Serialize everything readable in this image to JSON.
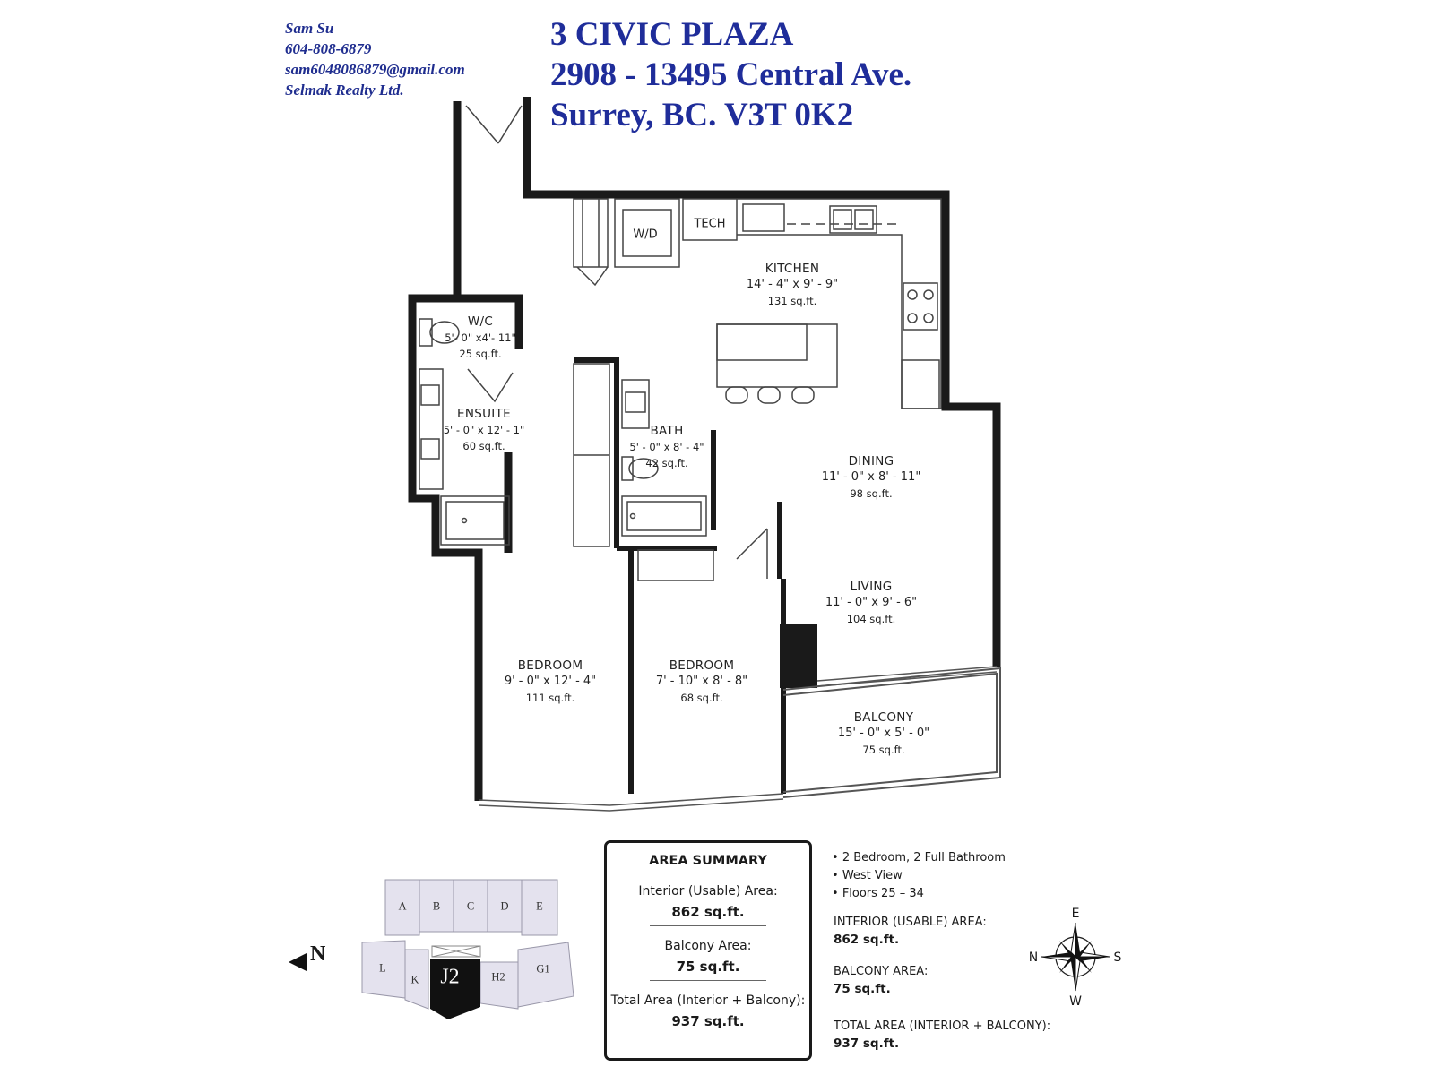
{
  "agent": {
    "name": "Sam Su",
    "phone": "604-808-6879",
    "email": "sam6048086879@gmail.com",
    "company": "Selmak Realty Ltd."
  },
  "property": {
    "line1": "3 CIVIC PLAZA",
    "line2": "2908 - 13495 Central Ave.",
    "line3": "Surrey, BC. V3T 0K2"
  },
  "rooms": {
    "kitchen": {
      "name": "KITCHEN",
      "dims": "14' - 4\" x 9' - 9\"",
      "area": "131 sq.ft."
    },
    "wc": {
      "name": "W/C",
      "dims": "5'- 0\" x4'- 11\"",
      "area": "25 sq.ft."
    },
    "ensuite": {
      "name": "ENSUITE",
      "dims": "5' - 0\" x 12' - 1\"",
      "area": "60 sq.ft."
    },
    "bath": {
      "name": "BATH",
      "dims": "5' - 0\" x 8' - 4\"",
      "area": "42 sq.ft."
    },
    "dining": {
      "name": "DINING",
      "dims": "11' - 0\" x 8' - 11\"",
      "area": "98 sq.ft."
    },
    "living": {
      "name": "LIVING",
      "dims": "11' - 0\" x 9' - 6\"",
      "area": "104 sq.ft."
    },
    "bedroom1": {
      "name": "BEDROOM",
      "dims": "9' - 0\" x 12' - 4\"",
      "area": "111 sq.ft."
    },
    "bedroom2": {
      "name": "BEDROOM",
      "dims": "7' - 10\" x 8' - 8\"",
      "area": "68 sq.ft."
    },
    "balcony": {
      "name": "BALCONY",
      "dims": "15' - 0\" x 5' - 0\"",
      "area": "75 sq.ft."
    }
  },
  "fixtures": {
    "wd": "W/D",
    "tech": "TECH"
  },
  "summary": {
    "heading": "AREA SUMMARY",
    "interior_label": "Interior (Usable) Area:",
    "interior_value": "862 sq.ft.",
    "balcony_label": "Balcony Area:",
    "balcony_value": "75 sq.ft.",
    "total_label": "Total Area (Interior + Balcony):",
    "total_value": "937 sq.ft."
  },
  "features": [
    "2 Bedroom, 2 Full Bathroom",
    "West View",
    "Floors 25 – 34"
  ],
  "facts": {
    "interior_label": "INTERIOR (USABLE) AREA:",
    "interior_value": "862 sq.ft.",
    "balcony_label": "BALCONY AREA:",
    "balcony_value": "75 sq.ft.",
    "total_label": "TOTAL AREA (INTERIOR + BALCONY):",
    "total_value": "937 sq.ft."
  },
  "keyplan": {
    "units": [
      "A",
      "B",
      "C",
      "D",
      "E",
      "L",
      "K",
      "H2",
      "G1"
    ],
    "highlight": "J2",
    "north_label": "N",
    "highlight_color": "#111111",
    "unit_color": "#e4e2ee"
  },
  "compass": {
    "east": "E",
    "west": "W",
    "north": "N",
    "south": "S"
  }
}
